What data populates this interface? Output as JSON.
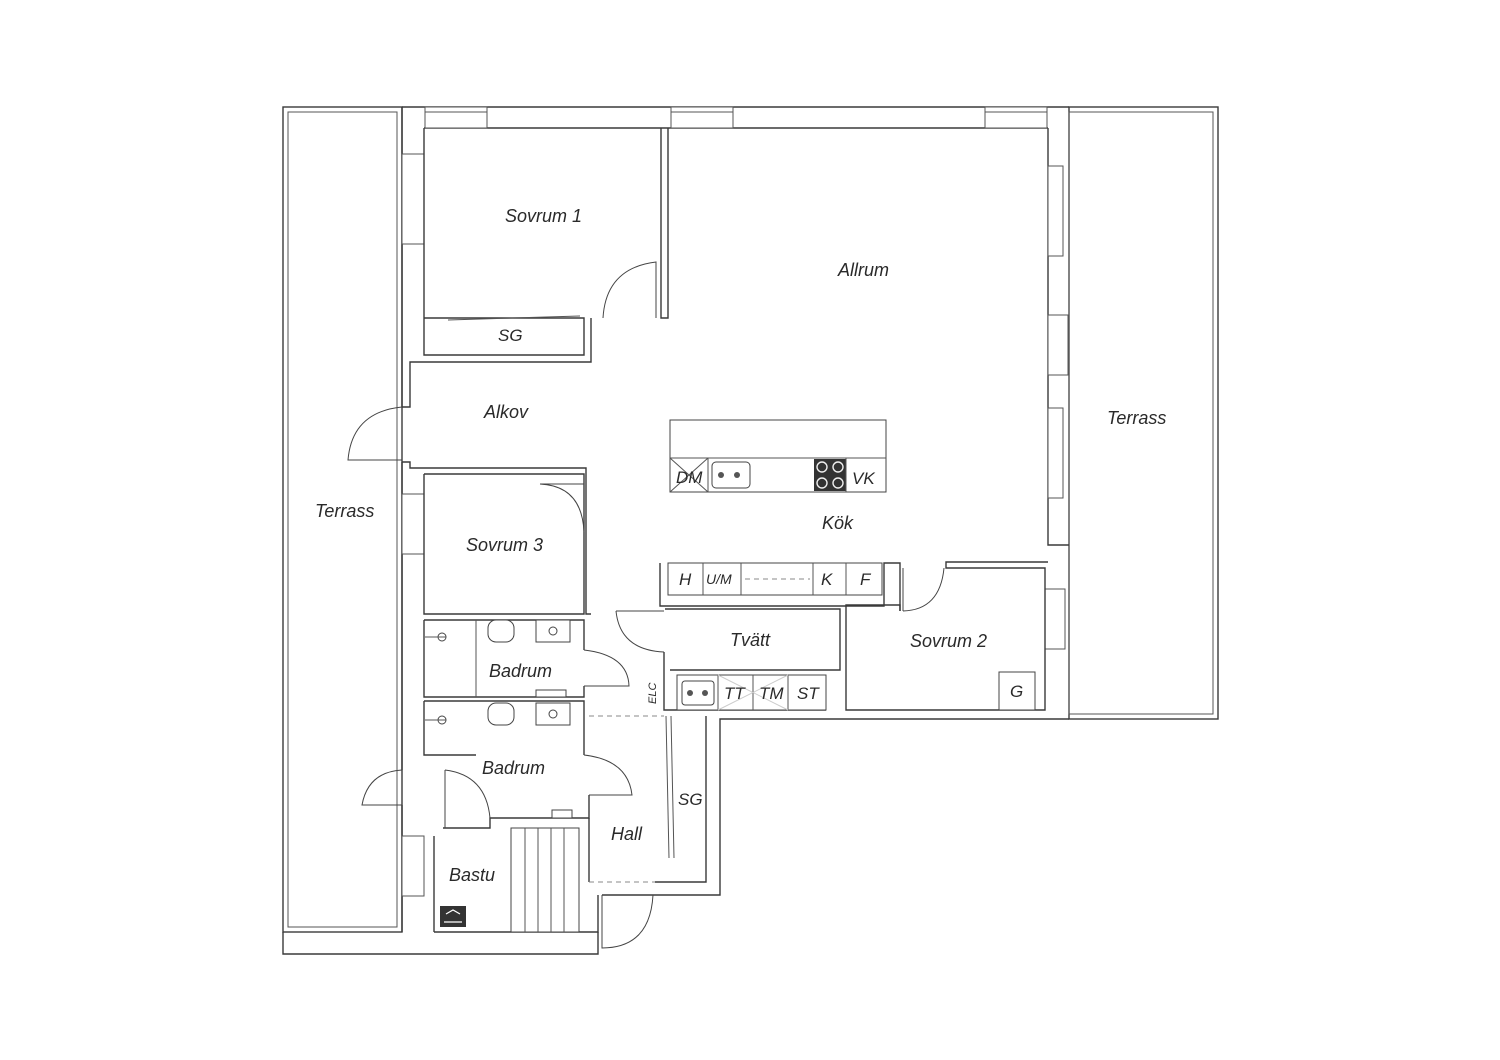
{
  "rooms": {
    "sovrum1": "Sovrum 1",
    "allrum": "Allrum",
    "alkov": "Alkov",
    "sovrum3": "Sovrum 3",
    "kok": "Kök",
    "sovrum2": "Sovrum 2",
    "tvatt": "Tvätt",
    "badrum_upper": "Badrum",
    "badrum_lower": "Badrum",
    "hall": "Hall",
    "bastu": "Bastu",
    "terrass_left": "Terrass",
    "terrass_right": "Terrass"
  },
  "fixtures": {
    "sg_sovrum1": "SG",
    "sg_hall": "SG",
    "dm": "DM",
    "vk": "VK",
    "h": "H",
    "um": "U/M",
    "k": "K",
    "f": "F",
    "tt": "TT",
    "tm": "TM",
    "st": "ST",
    "g": "G",
    "elc": "ELC"
  }
}
